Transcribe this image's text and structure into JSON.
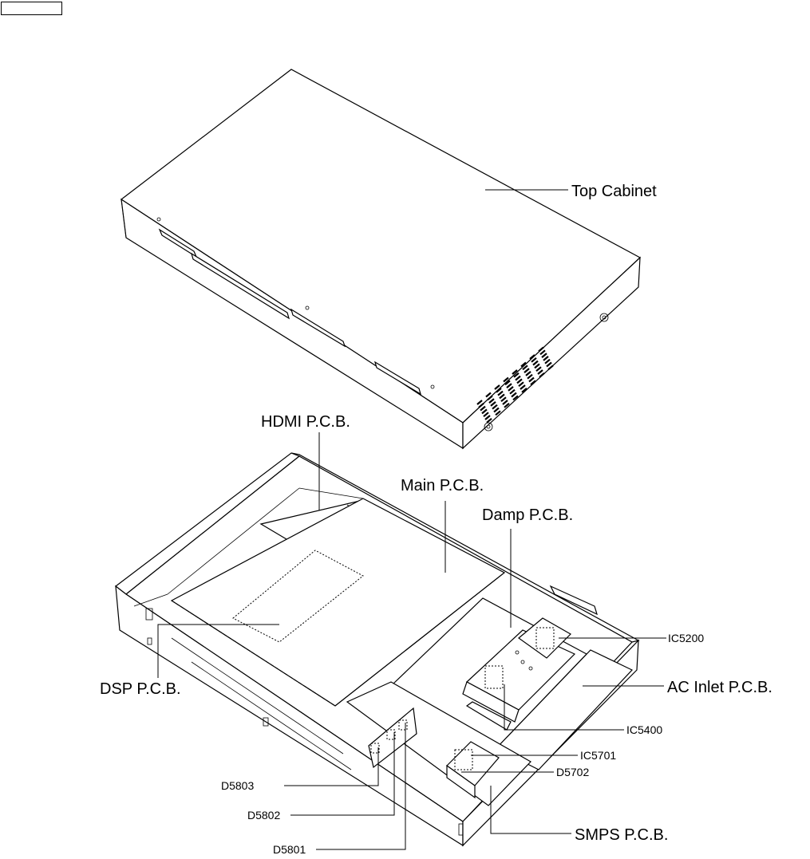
{
  "labels": {
    "top_cabinet": "Top Cabinet",
    "hdmi_pcb": "HDMI P.C.B.",
    "main_pcb": "Main P.C.B.",
    "damp_pcb": "Damp P.C.B.",
    "ic5200": "IC5200",
    "ac_inlet_pcb": "AC Inlet P.C.B.",
    "dsp_pcb": "DSP P.C.B.",
    "ic5400": "IC5400",
    "ic5701": "IC5701",
    "d5702": "D5702",
    "d5803": "D5803",
    "d5802": "D5802",
    "d5801": "D5801",
    "smps_pcb": "SMPS P.C.B."
  },
  "icons": {
    "header_box": "empty-header-box"
  }
}
